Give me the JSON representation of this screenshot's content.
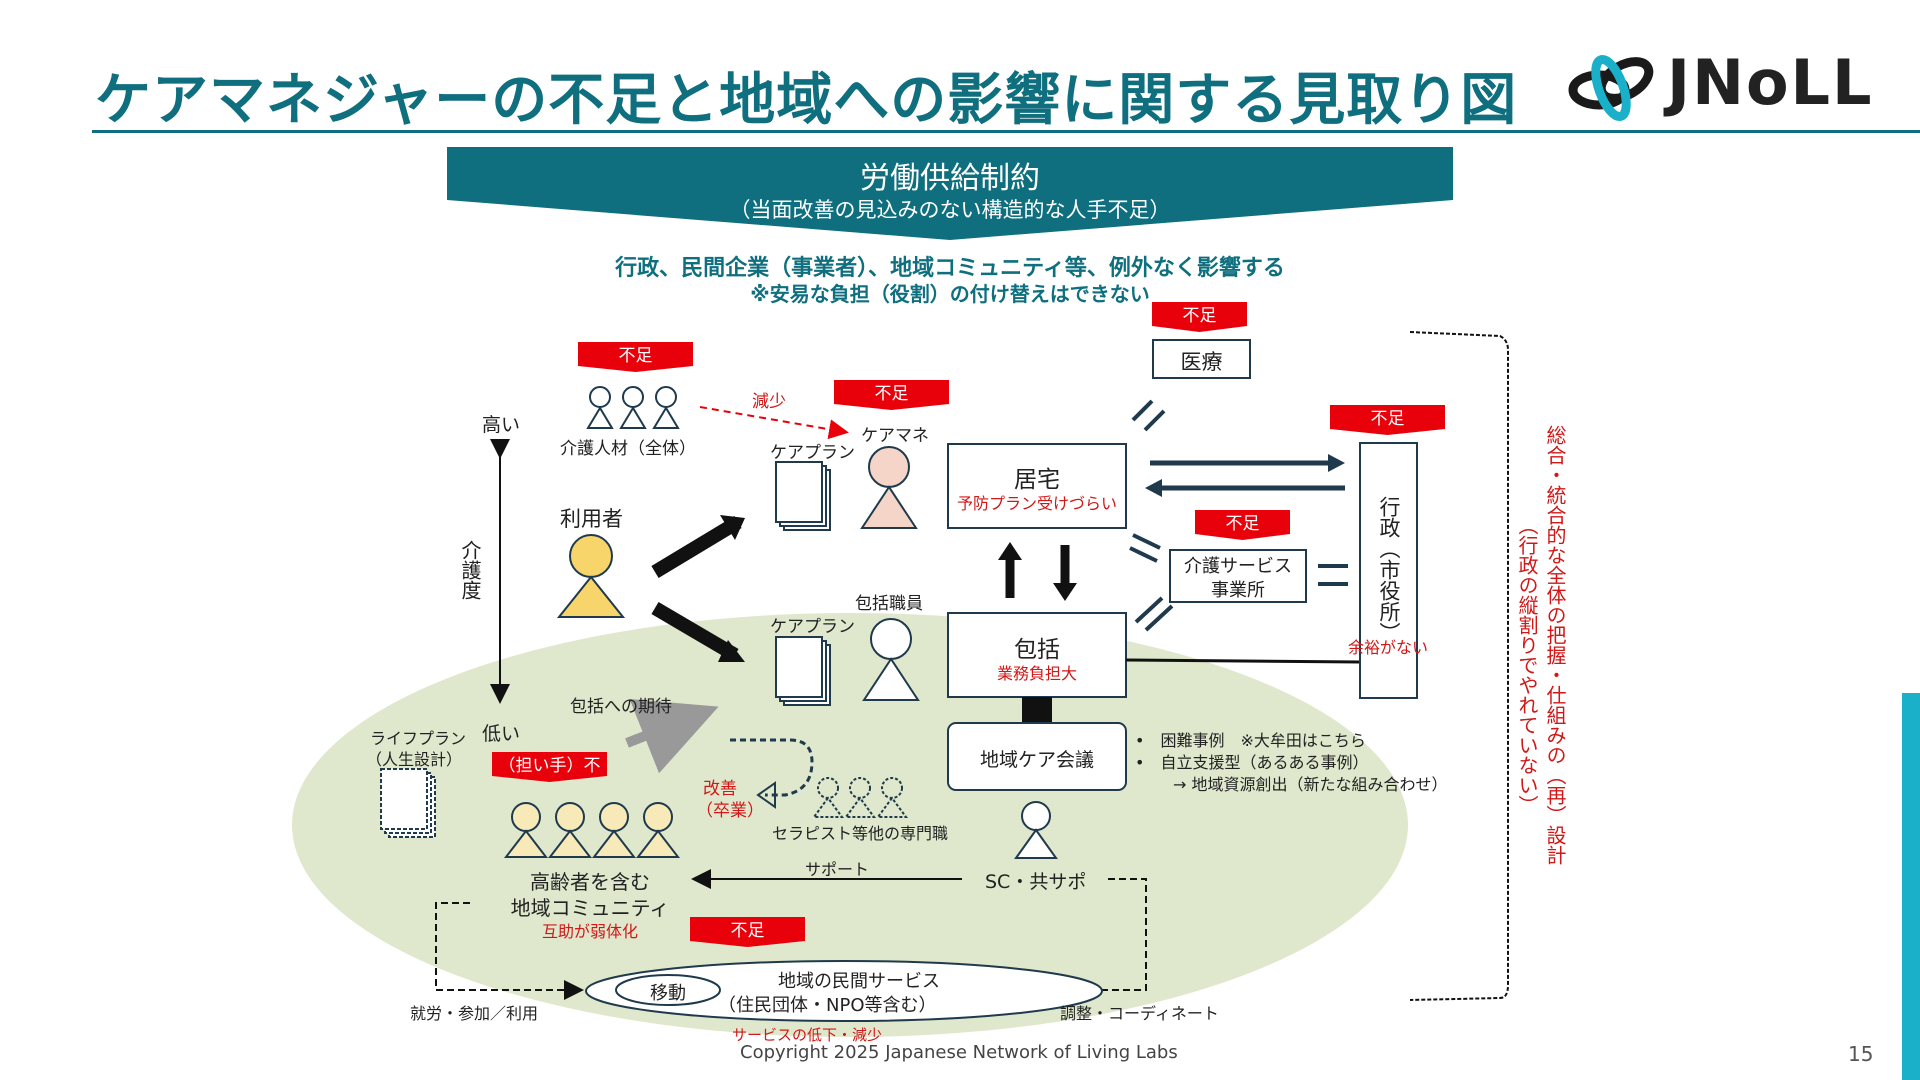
{
  "title": "ケアマネジャーの不足と地域への影響に関する見取り図",
  "logo": {
    "text": "JNoLL",
    "mark": "chain-link-logo"
  },
  "banner": {
    "title": "労働供給制約",
    "subtitle": "（当面改善の見込みのない構造的な人手不足）"
  },
  "impact": {
    "line1": "行政、民間企業（事業者）、地域コミュニティ等、例外なく影響する",
    "line2": "※安易な負担（役割）の付け替えはできない"
  },
  "shortage_label": "不足",
  "axis": {
    "high": "高い",
    "low": "低い",
    "label": "介護度"
  },
  "nodes": {
    "care_workers": "介護人材（全体）",
    "decrease": "減少",
    "care_manager": "ケアマネ",
    "care_plan_top": "ケアプラン",
    "care_plan_bottom": "ケアプラン",
    "user": "利用者",
    "houkatsu_staff": "包括職員",
    "kyotaku": "居宅",
    "kyotaku_note": "予防プラン受けづらい",
    "houkatsu": "包括",
    "houkatsu_note": "業務負担大",
    "iryo": "医療",
    "gyosei": "行政（市役所）",
    "gyosei_note": "余裕がない",
    "care_service_line1": "介護サービス",
    "care_service_line2": "事業所",
    "chiiki_kaigi": "地域ケア会議",
    "houkatsu_expect": "包括への期待",
    "lifeplan_line1": "ライフプラン",
    "lifeplan_line2": "（人生設計）",
    "ninaite": "（担い手）不足",
    "kaizen_line1": "改善",
    "kaizen_line2": "（卒業）",
    "therapist": "セラピスト等他の専門職",
    "community_line1": "高齢者を含む",
    "community_line2": "地域コミュニティ",
    "community_note": "互助が弱体化",
    "support": "サポート",
    "sc": "SC・共サポ",
    "idou": "移動",
    "private_line1": "地域の民間サービス",
    "private_line2": "（住民団体・NPO等含む）",
    "private_note": "サービスの低下・減少",
    "shuro": "就労・参加／利用",
    "chosei": "調整・コーディネート"
  },
  "bullets": [
    "困難事例　※大牟田はこちら",
    "自立支援型（あるある事例）",
    "→ 地域資源創出（新たな組み合わせ）"
  ],
  "side_note": {
    "main": "総合・統合的な全体の把握・仕組みの（再）設計",
    "sub": "（行政の縦割りでやれていない）"
  },
  "footer": "Copyright 2025  Japanese Network of Living Labs",
  "page": "15",
  "colors": {
    "teal": "#0f6f7f",
    "red": "#e8000b",
    "ellipse": "#dfe8cc",
    "person_yellow": "#f7d56a",
    "person_pink": "#f5d5c8",
    "person_cream": "#f8e9b8"
  }
}
